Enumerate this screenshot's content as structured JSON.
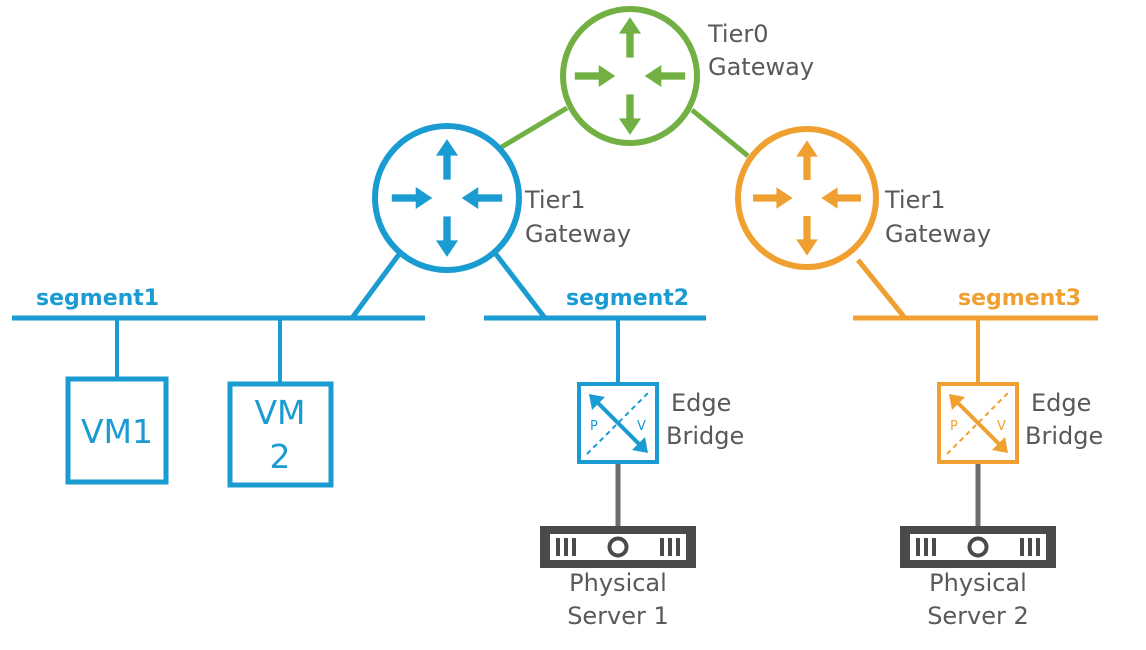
{
  "colors": {
    "green": "#72b043",
    "blue": "#1a9bd1",
    "orange": "#f0a030",
    "gray_line": "#6d6d6d",
    "server": "#4a4a4a",
    "text": "#595959"
  },
  "gateways": {
    "tier0": {
      "line1": "Tier0",
      "line2": "Gateway",
      "icon": "router-icon"
    },
    "tier1_left": {
      "line1": "Tier1",
      "line2": "Gateway",
      "icon": "router-icon"
    },
    "tier1_right": {
      "line1": "Tier1",
      "line2": "Gateway",
      "icon": "router-icon"
    }
  },
  "segments": {
    "segment1": "segment1",
    "segment2": "segment2",
    "segment3": "segment3"
  },
  "vms": {
    "vm1": "VM1",
    "vm2_line1": "VM",
    "vm2_line2": "2"
  },
  "bridges": {
    "left": {
      "line1": "Edge",
      "line2": "Bridge",
      "p": "P",
      "v": "V"
    },
    "right": {
      "line1": "Edge",
      "line2": "Bridge",
      "p": "P",
      "v": "V"
    }
  },
  "servers": {
    "server1": {
      "line1": "Physical",
      "line2": "Server 1"
    },
    "server2": {
      "line1": "Physical",
      "line2": "Server 2"
    }
  }
}
